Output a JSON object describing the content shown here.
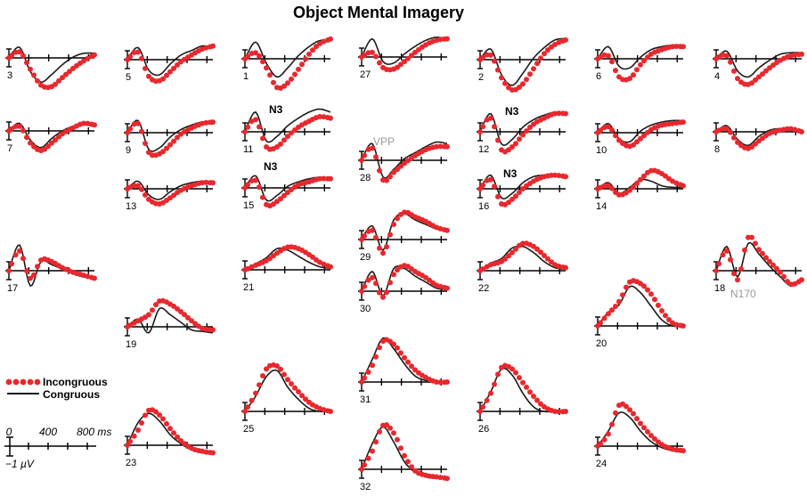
{
  "chart_data": {
    "type": "line",
    "title": "Object Mental Imagery",
    "series_colors": {
      "Incongruous": "#e8282e",
      "Congruous": "#1a1a1a"
    },
    "legend": {
      "placement": "bottom-left",
      "entries": [
        "Incongruous",
        "Congruous"
      ]
    },
    "scale_bar": {
      "time_labels": [
        "0",
        "400",
        "800 ms"
      ],
      "amplitude_label": "−1 µV"
    },
    "component_labels": [
      "N3",
      "N3",
      "N3",
      "N3",
      "VPP",
      "N170"
    ],
    "panels": [
      {
        "label": "3",
        "x": [
          0,
          100,
          200,
          300,
          400,
          500,
          600,
          700,
          800
        ],
        "incongruous": [
          0,
          0.8,
          -1.5,
          -3.6,
          -3.8,
          -2.6,
          -1.4,
          -0.4,
          0.4
        ],
        "congruous": [
          0,
          1.4,
          -1.8,
          -3.2,
          -2.2,
          -0.9,
          0.1,
          0.6,
          0.6
        ]
      },
      {
        "label": "5",
        "x": [
          0,
          100,
          200,
          300,
          400,
          500,
          600,
          700,
          800
        ],
        "incongruous": [
          0,
          1.0,
          -2.2,
          -2.8,
          -1.6,
          -0.3,
          0.6,
          1.4,
          1.8
        ],
        "congruous": [
          0,
          1.6,
          -1.4,
          -2.0,
          -0.6,
          0.6,
          1.2,
          1.8,
          1.6
        ]
      },
      {
        "label": "1",
        "x": [
          0,
          100,
          200,
          300,
          400,
          500,
          600,
          700,
          800
        ],
        "incongruous": [
          0,
          0.8,
          -1.2,
          -3.8,
          -3.2,
          -1.4,
          0.6,
          2.0,
          2.6
        ],
        "congruous": [
          0,
          2.2,
          -0.6,
          -2.4,
          -1.2,
          0.4,
          1.6,
          2.4,
          2.4
        ]
      },
      {
        "label": "27",
        "x": [
          0,
          100,
          200,
          300,
          400,
          500,
          600,
          700,
          800
        ],
        "incongruous": [
          0,
          0.6,
          -1.4,
          -1.6,
          -0.6,
          0.6,
          1.6,
          2.2,
          2.4
        ],
        "congruous": [
          0,
          2.4,
          -0.6,
          -0.8,
          0.4,
          1.4,
          2.2,
          2.6,
          2.4
        ]
      },
      {
        "label": "2",
        "x": [
          0,
          100,
          200,
          300,
          400,
          500,
          600,
          700,
          800
        ],
        "incongruous": [
          0,
          0.6,
          -2.4,
          -4.0,
          -3.2,
          -1.2,
          0.8,
          2.0,
          2.6
        ],
        "congruous": [
          0,
          1.4,
          -2.0,
          -3.4,
          -1.8,
          0.2,
          1.6,
          2.6,
          2.8
        ]
      },
      {
        "label": "6",
        "x": [
          0,
          100,
          200,
          300,
          400,
          500,
          600,
          700,
          800
        ],
        "incongruous": [
          0,
          0.4,
          -2.4,
          -2.6,
          -0.8,
          0.6,
          1.2,
          1.6,
          1.6
        ],
        "congruous": [
          0,
          1.6,
          -1.0,
          -1.2,
          0.2,
          1.2,
          1.6,
          1.8,
          1.8
        ]
      },
      {
        "label": "4",
        "x": [
          0,
          100,
          200,
          300,
          400,
          500,
          600,
          700,
          800
        ],
        "incongruous": [
          0,
          0.4,
          -2.6,
          -3.4,
          -2.4,
          -1.2,
          -0.2,
          0.4,
          0.6
        ],
        "congruous": [
          0,
          1.0,
          -1.6,
          -2.4,
          -1.2,
          -0.2,
          0.6,
          0.8,
          0.8
        ]
      },
      {
        "label": "7",
        "x": [
          0,
          100,
          200,
          300,
          400,
          500,
          600,
          700,
          800
        ],
        "incongruous": [
          0,
          0.6,
          -1.6,
          -2.6,
          -1.6,
          -0.4,
          0.4,
          1.0,
          0.8
        ],
        "congruous": [
          0,
          1.0,
          -1.2,
          -2.2,
          -1.0,
          0.0,
          0.6,
          0.8,
          0.6
        ]
      },
      {
        "label": "9",
        "x": [
          0,
          100,
          200,
          300,
          400,
          500,
          600,
          700,
          800
        ],
        "incongruous": [
          0,
          1.2,
          -2.6,
          -2.8,
          -1.6,
          -0.2,
          0.6,
          1.2,
          1.4
        ],
        "congruous": [
          0,
          1.6,
          -2.2,
          -2.0,
          -0.6,
          0.4,
          1.0,
          1.4,
          1.2
        ]
      },
      {
        "label": "11",
        "x": [
          0,
          100,
          200,
          300,
          400,
          500,
          600,
          700,
          800
        ],
        "incongruous": [
          0,
          1.6,
          -2.0,
          -2.0,
          -0.6,
          0.6,
          1.4,
          2.0,
          1.8
        ],
        "congruous": [
          0,
          2.6,
          -1.2,
          -0.6,
          0.8,
          1.8,
          2.6,
          3.0,
          2.6
        ]
      },
      {
        "label": "28",
        "x": [
          0,
          100,
          200,
          300,
          400,
          500,
          600,
          700,
          800
        ],
        "incongruous": [
          0,
          1.6,
          -2.6,
          -1.6,
          -0.4,
          0.6,
          1.4,
          1.8,
          1.8
        ],
        "congruous": [
          0,
          2.2,
          -2.2,
          -1.2,
          0.2,
          1.0,
          1.8,
          2.4,
          2.2
        ]
      },
      {
        "label": "12",
        "x": [
          0,
          100,
          200,
          300,
          400,
          500,
          600,
          700,
          800
        ],
        "incongruous": [
          0,
          1.8,
          -2.4,
          -2.0,
          -0.4,
          1.0,
          1.8,
          2.4,
          2.4
        ],
        "congruous": [
          0,
          2.4,
          -1.6,
          -1.0,
          0.6,
          1.6,
          2.2,
          2.6,
          2.4
        ]
      },
      {
        "label": "10",
        "x": [
          0,
          100,
          200,
          300,
          400,
          500,
          600,
          700,
          800
        ],
        "incongruous": [
          0,
          0.8,
          -1.0,
          -1.8,
          -0.8,
          0.4,
          1.0,
          1.2,
          1.4
        ],
        "congruous": [
          0,
          1.2,
          -0.8,
          -1.2,
          0.2,
          1.0,
          1.4,
          1.6,
          1.6
        ]
      },
      {
        "label": "8",
        "x": [
          0,
          100,
          200,
          300,
          400,
          500,
          600,
          700,
          800
        ],
        "incongruous": [
          0,
          0.4,
          -1.4,
          -2.2,
          -1.2,
          -0.2,
          0.2,
          0.4,
          0.0
        ],
        "congruous": [
          0,
          0.8,
          -1.0,
          -1.8,
          -0.6,
          0.2,
          0.4,
          0.2,
          0.0
        ]
      },
      {
        "label": "13",
        "x": [
          0,
          100,
          200,
          300,
          400,
          500,
          600,
          700,
          800
        ],
        "incongruous": [
          0,
          0.4,
          -1.4,
          -2.0,
          -1.2,
          -0.2,
          0.4,
          0.8,
          0.8
        ],
        "congruous": [
          0,
          1.0,
          -0.8,
          -1.4,
          -0.4,
          0.4,
          0.8,
          1.0,
          0.8
        ]
      },
      {
        "label": "15",
        "x": [
          0,
          100,
          200,
          300,
          400,
          500,
          600,
          700,
          800
        ],
        "incongruous": [
          0,
          1.0,
          -2.2,
          -1.8,
          -0.6,
          0.4,
          0.8,
          1.2,
          1.2
        ],
        "congruous": [
          0,
          1.6,
          -1.6,
          -1.0,
          0.2,
          0.8,
          1.2,
          1.4,
          1.2
        ]
      },
      {
        "label": "16",
        "x": [
          0,
          100,
          200,
          300,
          400,
          500,
          600,
          700,
          800
        ],
        "incongruous": [
          0,
          1.2,
          -2.0,
          -1.4,
          0.0,
          1.0,
          1.6,
          1.8,
          1.6
        ],
        "congruous": [
          0,
          1.8,
          -1.2,
          -0.6,
          0.8,
          1.6,
          1.8,
          1.8,
          1.6
        ]
      },
      {
        "label": "14",
        "x": [
          0,
          100,
          200,
          300,
          400,
          500,
          600,
          700,
          800
        ],
        "incongruous": [
          0,
          0.4,
          -0.8,
          -0.2,
          1.2,
          2.4,
          2.0,
          1.0,
          0.4
        ],
        "congruous": [
          0,
          0.8,
          -0.6,
          0.2,
          1.2,
          1.0,
          0.4,
          0.2,
          0.2
        ]
      },
      {
        "label": "17",
        "x": [
          0,
          100,
          200,
          300,
          400,
          500,
          600,
          700,
          800
        ],
        "incongruous": [
          0,
          2.6,
          -1.0,
          1.4,
          1.2,
          0.4,
          -0.2,
          -0.6,
          -1.0
        ],
        "congruous": [
          0,
          3.4,
          -2.0,
          1.2,
          0.8,
          0.2,
          -0.4,
          -0.8,
          -1.0
        ]
      },
      {
        "label": "21",
        "x": [
          0,
          100,
          200,
          300,
          400,
          500,
          600,
          700,
          800
        ],
        "incongruous": [
          0,
          0.6,
          1.2,
          2.2,
          3.0,
          2.8,
          2.0,
          1.0,
          0.4
        ],
        "congruous": [
          0,
          0.8,
          1.6,
          2.8,
          2.6,
          1.8,
          1.0,
          0.4,
          0.2
        ]
      },
      {
        "label": "29",
        "x": [
          0,
          100,
          200,
          300,
          400,
          500,
          600,
          700,
          800
        ],
        "incongruous": [
          0,
          1.2,
          -1.8,
          2.0,
          3.6,
          3.0,
          2.4,
          1.6,
          1.2
        ],
        "congruous": [
          0,
          1.8,
          -1.4,
          2.6,
          3.4,
          2.6,
          2.0,
          1.4,
          1.2
        ]
      },
      {
        "label": "30",
        "x": [
          0,
          100,
          200,
          300,
          400,
          500,
          600,
          700,
          800
        ],
        "incongruous": [
          0,
          1.8,
          -0.8,
          2.2,
          3.4,
          2.6,
          1.8,
          0.8,
          0.4
        ],
        "congruous": [
          0,
          2.6,
          -0.6,
          3.0,
          3.0,
          2.0,
          1.2,
          0.4,
          0.2
        ]
      },
      {
        "label": "22",
        "x": [
          0,
          100,
          200,
          300,
          400,
          500,
          600,
          700,
          800
        ],
        "incongruous": [
          0,
          0.8,
          1.2,
          2.4,
          3.6,
          3.2,
          2.0,
          0.8,
          0.4
        ],
        "congruous": [
          0,
          1.0,
          1.6,
          3.0,
          3.2,
          2.4,
          1.2,
          0.4,
          0.2
        ]
      },
      {
        "label": "18",
        "x": [
          0,
          100,
          200,
          300,
          400,
          500,
          600,
          700,
          800
        ],
        "incongruous": [
          0,
          2.6,
          -1.2,
          4.4,
          2.8,
          1.2,
          -0.2,
          -1.8,
          -1.2
        ],
        "congruous": [
          0,
          3.2,
          -0.8,
          3.6,
          2.2,
          0.6,
          -0.8,
          -2.0,
          -1.4
        ]
      },
      {
        "label": "19",
        "x": [
          0,
          100,
          200,
          300,
          400,
          500,
          600,
          700,
          800
        ],
        "incongruous": [
          0,
          0.8,
          1.6,
          3.4,
          3.0,
          2.0,
          0.8,
          -0.2,
          -0.4
        ],
        "congruous": [
          0,
          1.0,
          -0.8,
          2.4,
          1.6,
          0.6,
          -0.4,
          -0.6,
          -0.8
        ]
      },
      {
        "label": "20",
        "x": [
          0,
          100,
          200,
          300,
          400,
          500,
          600,
          700,
          800
        ],
        "incongruous": [
          0,
          1.6,
          3.2,
          5.8,
          5.6,
          4.2,
          2.0,
          0.4,
          0.0
        ],
        "congruous": [
          0,
          1.8,
          2.8,
          5.2,
          4.4,
          2.6,
          0.8,
          0.0,
          0.0
        ]
      },
      {
        "label": "25",
        "x": [
          0,
          100,
          200,
          300,
          400,
          500,
          600,
          700,
          800
        ],
        "incongruous": [
          0,
          2.4,
          5.6,
          6.0,
          4.2,
          2.6,
          1.2,
          0.4,
          0.0
        ],
        "congruous": [
          0,
          2.0,
          4.6,
          5.4,
          3.2,
          1.6,
          0.4,
          0.0,
          0.0
        ]
      },
      {
        "label": "31",
        "x": [
          0,
          100,
          200,
          300,
          400,
          500,
          600,
          700,
          800
        ],
        "incongruous": [
          0,
          2.2,
          5.4,
          5.0,
          3.2,
          1.6,
          0.6,
          0.0,
          0.0
        ],
        "congruous": [
          0,
          3.0,
          5.8,
          4.4,
          2.4,
          0.8,
          0.2,
          0.0,
          0.0
        ]
      },
      {
        "label": "26",
        "x": [
          0,
          100,
          200,
          300,
          400,
          500,
          600,
          700,
          800
        ],
        "incongruous": [
          0,
          2.4,
          5.8,
          5.6,
          3.8,
          2.0,
          0.6,
          0.0,
          0.0
        ],
        "congruous": [
          0,
          2.6,
          5.6,
          4.8,
          2.4,
          0.6,
          0.0,
          0.0,
          0.0
        ]
      },
      {
        "label": "23",
        "x": [
          0,
          100,
          200,
          300,
          400,
          500,
          600,
          700,
          800
        ],
        "incongruous": [
          0,
          2.0,
          4.6,
          4.0,
          2.2,
          0.6,
          -0.4,
          -0.8,
          -1.0
        ],
        "congruous": [
          0,
          3.0,
          4.2,
          3.2,
          1.4,
          0.2,
          -0.6,
          -1.0,
          -1.2
        ]
      },
      {
        "label": "32",
        "x": [
          0,
          100,
          200,
          300,
          400,
          500,
          600,
          700,
          800
        ],
        "incongruous": [
          0,
          2.4,
          5.8,
          4.8,
          1.8,
          -0.2,
          -0.8,
          -1.0,
          -1.2
        ],
        "congruous": [
          0,
          3.4,
          5.6,
          3.6,
          1.0,
          -0.4,
          -1.0,
          -1.2,
          -1.2
        ]
      },
      {
        "label": "24",
        "x": [
          0,
          100,
          200,
          300,
          400,
          500,
          600,
          700,
          800
        ],
        "incongruous": [
          0,
          1.6,
          5.4,
          4.8,
          3.0,
          1.4,
          0.2,
          -0.4,
          -0.6
        ],
        "congruous": [
          0,
          2.0,
          4.4,
          3.8,
          2.0,
          0.6,
          -0.2,
          -0.6,
          -0.8
        ]
      }
    ]
  }
}
